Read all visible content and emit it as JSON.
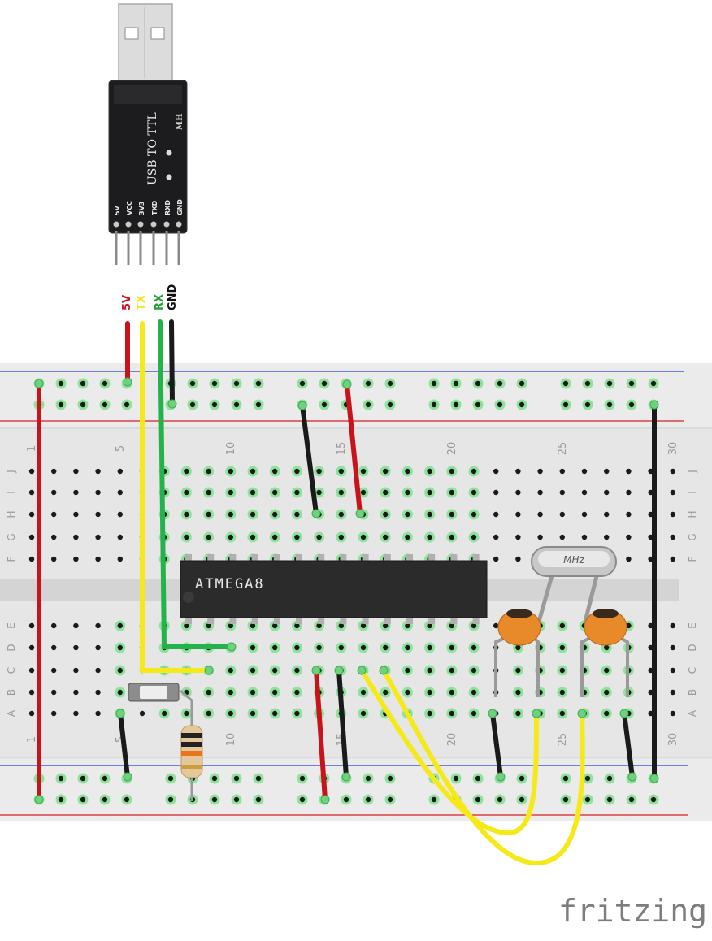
{
  "usb_module": {
    "title": "USB TO TTL",
    "brand": "MH",
    "pins": [
      "5V",
      "VCC",
      "3V3",
      "TXD",
      "RXD",
      "GND"
    ]
  },
  "signal_labels": [
    {
      "text": "5V",
      "color": "#d0111b"
    },
    {
      "text": "TX",
      "color": "#f5e617"
    },
    {
      "text": "RX",
      "color": "#23a136"
    },
    {
      "text": "GND",
      "color": "#111111"
    }
  ],
  "breadboard": {
    "column_numbers": [
      "1",
      "5",
      "10",
      "15",
      "20",
      "25",
      "30"
    ],
    "row_letters_top": [
      "J",
      "I",
      "H",
      "G",
      "F"
    ],
    "row_letters_bottom": [
      "E",
      "D",
      "C",
      "B",
      "A"
    ]
  },
  "chip": {
    "label": "ATMEGA8"
  },
  "crystal": {
    "label": "MHz"
  },
  "footer": {
    "brand": "fritzing"
  },
  "colors": {
    "red_wire": "#c8131b",
    "yellow_wire": "#f6e91a",
    "green_wire": "#24b34a",
    "black_wire": "#1a1a1a",
    "board": "#e6e6e6",
    "rail_blue": "#2b3bd6",
    "rail_red": "#d71f26",
    "capacitor": "#e8892a"
  }
}
